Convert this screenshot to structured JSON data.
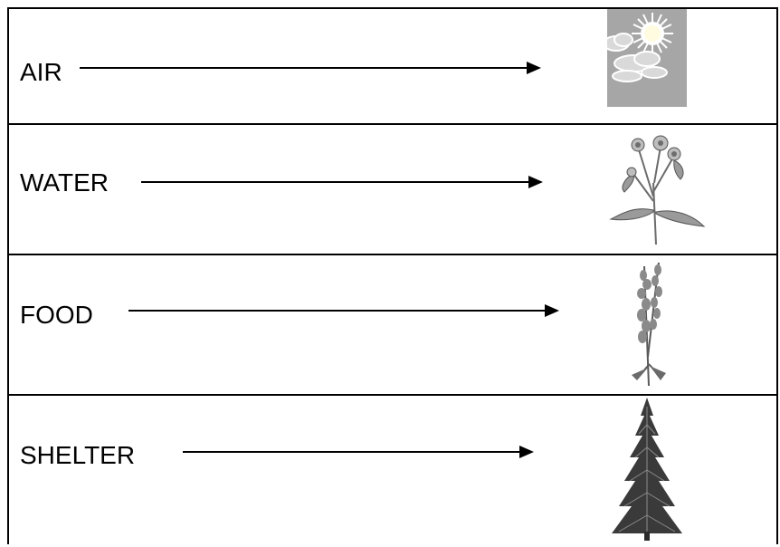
{
  "rows": [
    {
      "label": "AIR",
      "icon": "sun-and-clouds-icon"
    },
    {
      "label": "WATER",
      "icon": "flowering-plant-icon"
    },
    {
      "label": "FOOD",
      "icon": "tall-flower-spike-icon"
    },
    {
      "label": "SHELTER",
      "icon": "evergreen-tree-icon"
    }
  ],
  "colors": {
    "line": "#000000",
    "sky_gray": "#a6a6a6",
    "sun": "#ffffff"
  }
}
